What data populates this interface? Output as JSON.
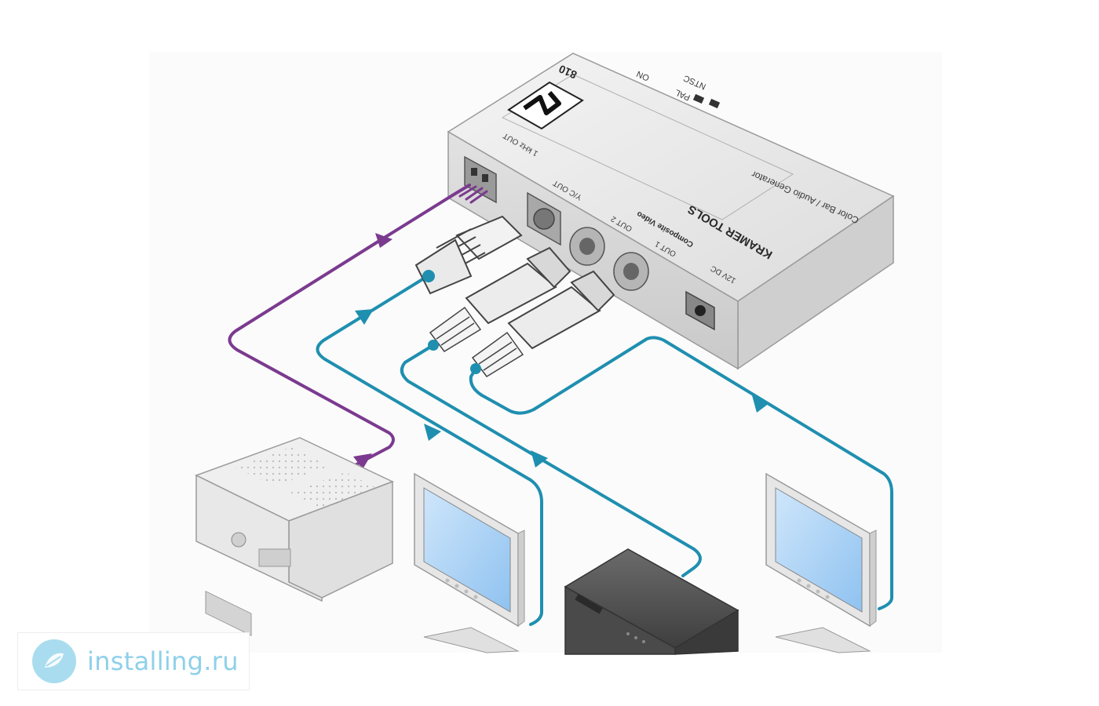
{
  "device": {
    "model": "810",
    "brand": "KRAMER TOOLS",
    "subtitle": "Color Bar / Audio Generator",
    "power_label": "ON",
    "pal_label": "PAL",
    "ntsc_label": "NTSC",
    "audio_label": "1 kHz OUT",
    "yc_label": "Y/C OUT",
    "composite_label": "Composite Video",
    "out1_label": "OUT 1",
    "out2_label": "OUT 2",
    "dc_label": "12V DC"
  },
  "watermark": {
    "text": "installing.ru",
    "logo_icon": "leaf-circle-icon"
  },
  "colors": {
    "audio_cable": "#7b3a8f",
    "video_cable": "#1f8fb0",
    "watermark_text": "#8fd0ea",
    "watermark_logo": "#a9dcef"
  }
}
